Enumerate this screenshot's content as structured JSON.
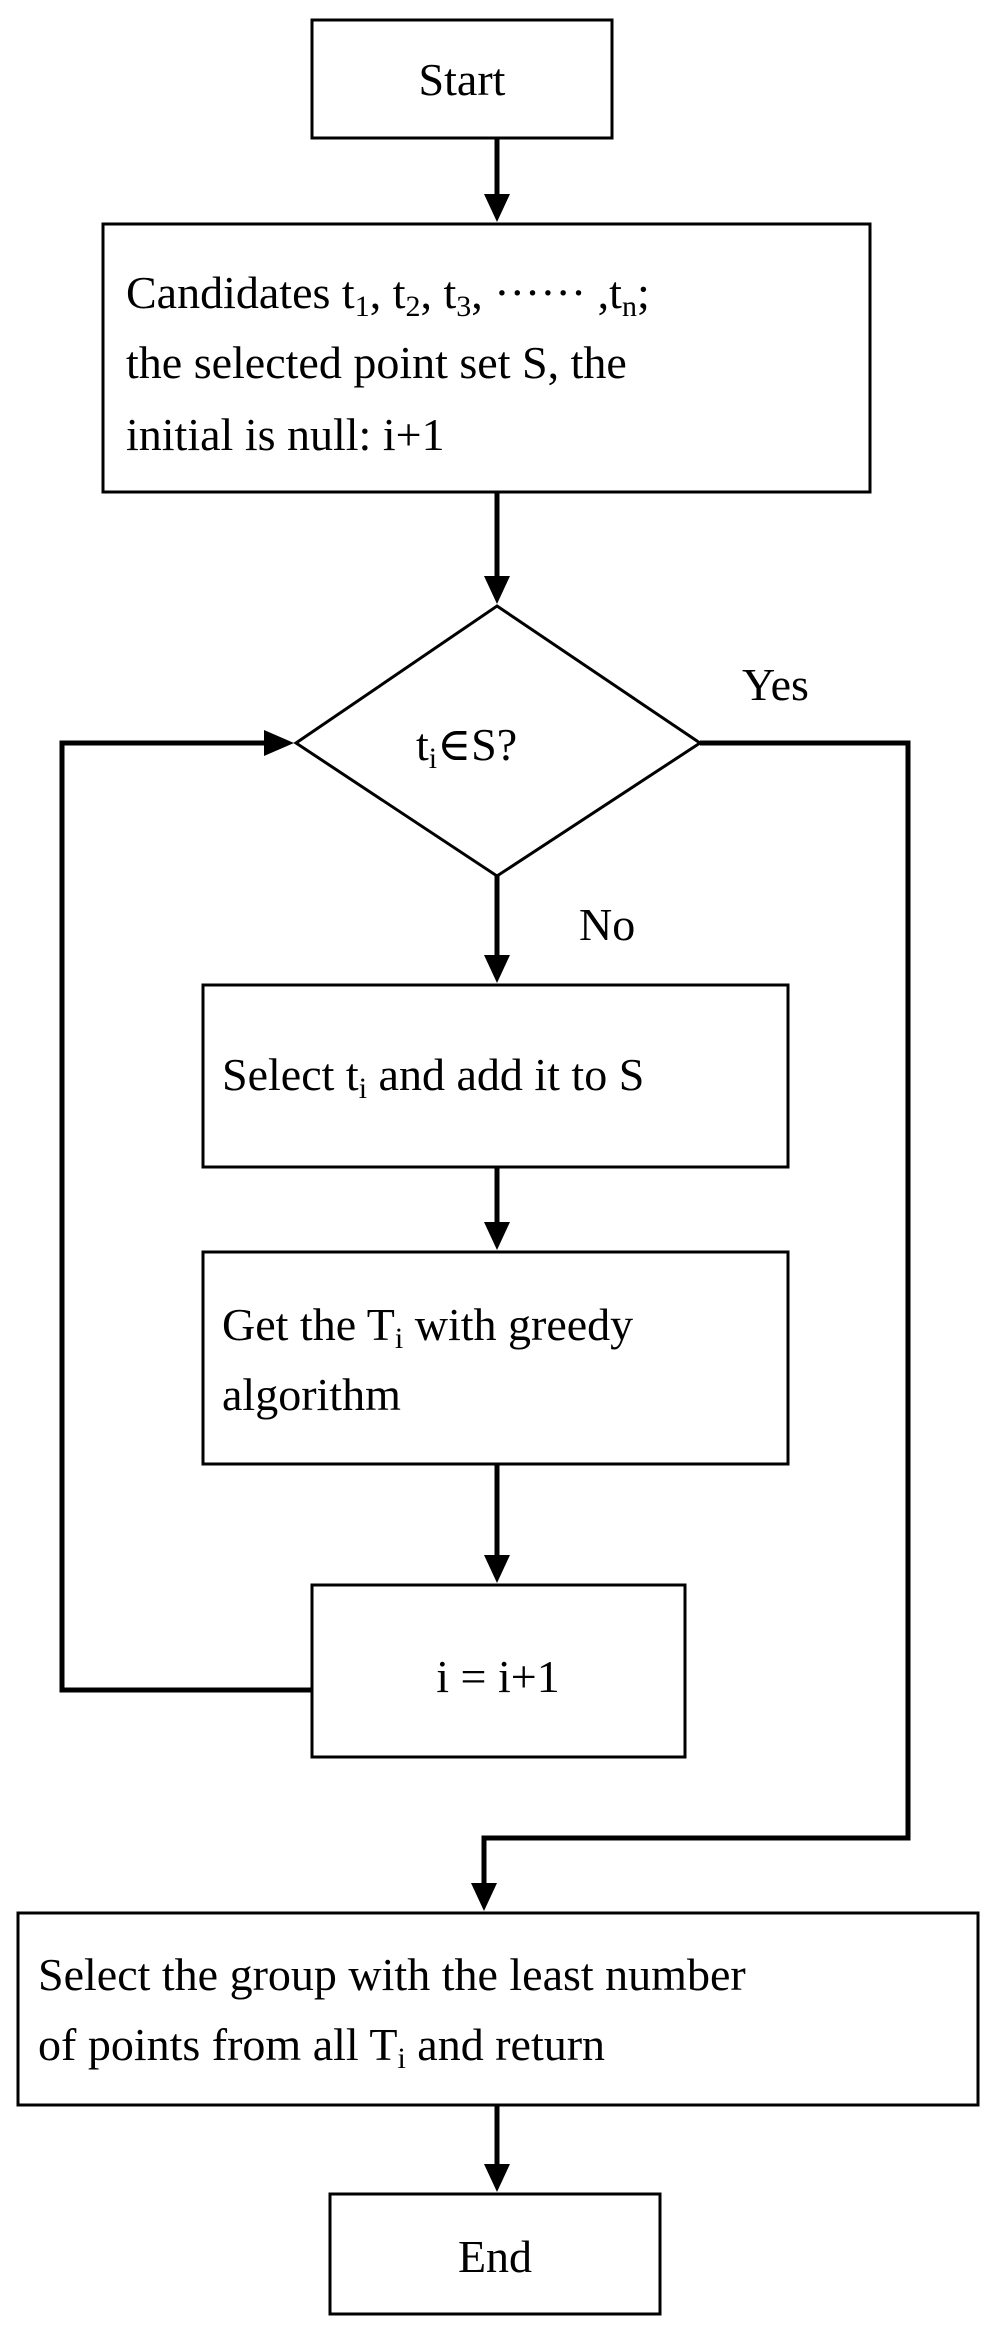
{
  "flowchart": {
    "start": {
      "label": "Start"
    },
    "init": {
      "line1": {
        "text": "Candidates t",
        "s1": "1",
        "t2": ", t",
        "s2": "2",
        "t3": ", t",
        "s3": "3",
        "t4": ", ······ ,t",
        "sn": "n",
        "t5": ";"
      },
      "line2": "the selected point set S, the",
      "line3": "initial is null: i+1"
    },
    "decision": {
      "a": "t",
      "sub": "i",
      "b": "∈S?"
    },
    "yes_label": "Yes",
    "no_label": "No",
    "select_step": {
      "a": "Select t",
      "sub": "i",
      "b": " and add it to S"
    },
    "greedy_step": {
      "a": "Get the T",
      "sub": "i",
      "b": " with  greedy",
      "line2": "algorithm"
    },
    "increment_step": {
      "label": "i = i+1"
    },
    "result_step": {
      "line1": "Select the group with the least number",
      "line2a": "of points from all T",
      "line2sub": "i",
      "line2b": " and return"
    },
    "end": {
      "label": "End"
    }
  }
}
